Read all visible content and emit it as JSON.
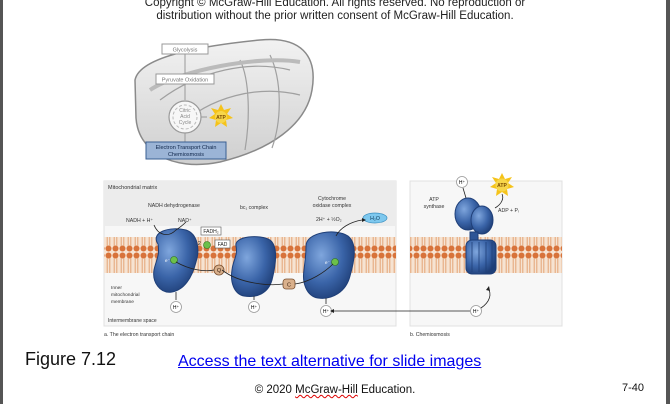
{
  "header": {
    "copyright_line1": "Copyright © McGraw-Hill Education. All rights reserved. No reproduction or",
    "copyright_line2": "distribution without the prior written consent of McGraw-Hill Education."
  },
  "mitochondrion": {
    "glycolysis": "Glycolysis",
    "pyruvate": "Pyruvate Oxidation",
    "tca_1": "Citric",
    "tca_2": "Acid",
    "tca_3": "Cycle",
    "atp": "ATP",
    "etc_1": "Electron Transport Chain",
    "etc_2": "Chemiosmosis"
  },
  "panel_a": {
    "matrix": "Mitochondrial matrix",
    "nadh_dehydrogenase": "NADH dehydrogenase",
    "bc1": "bc₁ complex",
    "cyto_1": "Cytochrome",
    "cyto_2": "oxidase complex",
    "nadh": "NADH + H⁺",
    "nad": "NAD⁺",
    "fadh2": "FADH₂",
    "fad": "FAD",
    "two": "2",
    "oxygen": "2H⁺ + ½O₂",
    "water": "H₂O",
    "e": "e⁻",
    "q": "Q",
    "c": "C",
    "inner_1": "Inner",
    "inner_2": "mitochondrial",
    "inner_3": "membrane",
    "h": "H⁺",
    "intermembrane": "Intermembrane space",
    "caption": "a. The electron transport chain"
  },
  "panel_b": {
    "h": "H⁺",
    "atp": "ATP",
    "synthase_1": "ATP",
    "synthase_2": "synthase",
    "adp": "ADP + Pᵢ",
    "caption": "b. Chemiosmosis"
  },
  "footer": {
    "figure_label": "Figure 7.12",
    "alt_link": "Access the text alternative for slide images",
    "copyright_prefix": "© 2020 ",
    "copyright_brand": "McGraw-Hill",
    "copyright_suffix": " Education.",
    "slide_number": "7-40"
  },
  "colors": {
    "membrane": "#d8733a",
    "protein": "#3a64a8",
    "protein_dark": "#1f3f78",
    "atp_star": "#f5c31a",
    "link": "#0000ee"
  }
}
